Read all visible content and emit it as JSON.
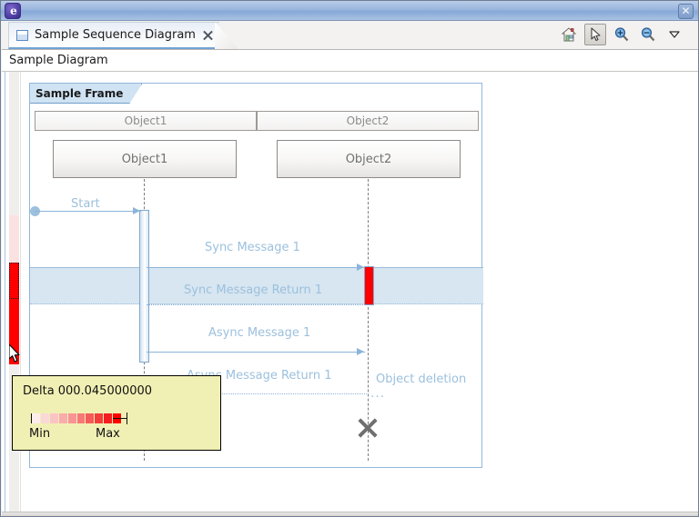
{
  "window": {
    "logo_glyph": "e",
    "close_label": "✕"
  },
  "tab": {
    "title": "Sample Sequence Diagram",
    "doc_icon": "document-icon",
    "close_icon": "close-icon"
  },
  "toolbar": {
    "items": [
      {
        "name": "home-icon",
        "label": "Home",
        "active": false
      },
      {
        "name": "pointer-icon",
        "label": "Select",
        "active": true
      },
      {
        "name": "zoom-in-icon",
        "label": "Zoom In",
        "active": false
      },
      {
        "name": "zoom-out-icon",
        "label": "Zoom Out",
        "active": false
      },
      {
        "name": "chevron-down-icon",
        "label": "View Menu",
        "active": false
      }
    ]
  },
  "subtitle": {
    "text": "Sample Diagram"
  },
  "diagram": {
    "frame_label": "Sample Frame",
    "header_cells": [
      "Object1",
      "Object2"
    ],
    "lifelines": [
      "Object1",
      "Object2"
    ],
    "messages": [
      {
        "label": "Start",
        "kind": "found-sync"
      },
      {
        "label": "Sync Message 1",
        "kind": "sync"
      },
      {
        "label": "Sync Message Return 1",
        "kind": "sync-return"
      },
      {
        "label": "Async Message 1",
        "kind": "async"
      },
      {
        "label": "Async Message Return 1",
        "kind": "async-return"
      }
    ],
    "object_deletion_label": "Object deletion",
    "ellipsis": "․․․"
  },
  "tooltip": {
    "metric_label": "Delta",
    "metric_value": "000.045000000",
    "min_label": "Min",
    "max_label": "Max",
    "gradient_colors": [
      "#fdecec",
      "#fbd8d8",
      "#fac4c4",
      "#f9acac",
      "#f89494",
      "#f77878",
      "#f65a5a",
      "#f53c3c",
      "#f41e1e",
      "#ff0000"
    ]
  },
  "colors": {
    "accent": "#8cb4d9",
    "highlight_band": "#d7e6f1",
    "selection_red": "#ff0000",
    "tooltip_bg": "#f1f0b4",
    "frame_border": "#93b7dd"
  }
}
